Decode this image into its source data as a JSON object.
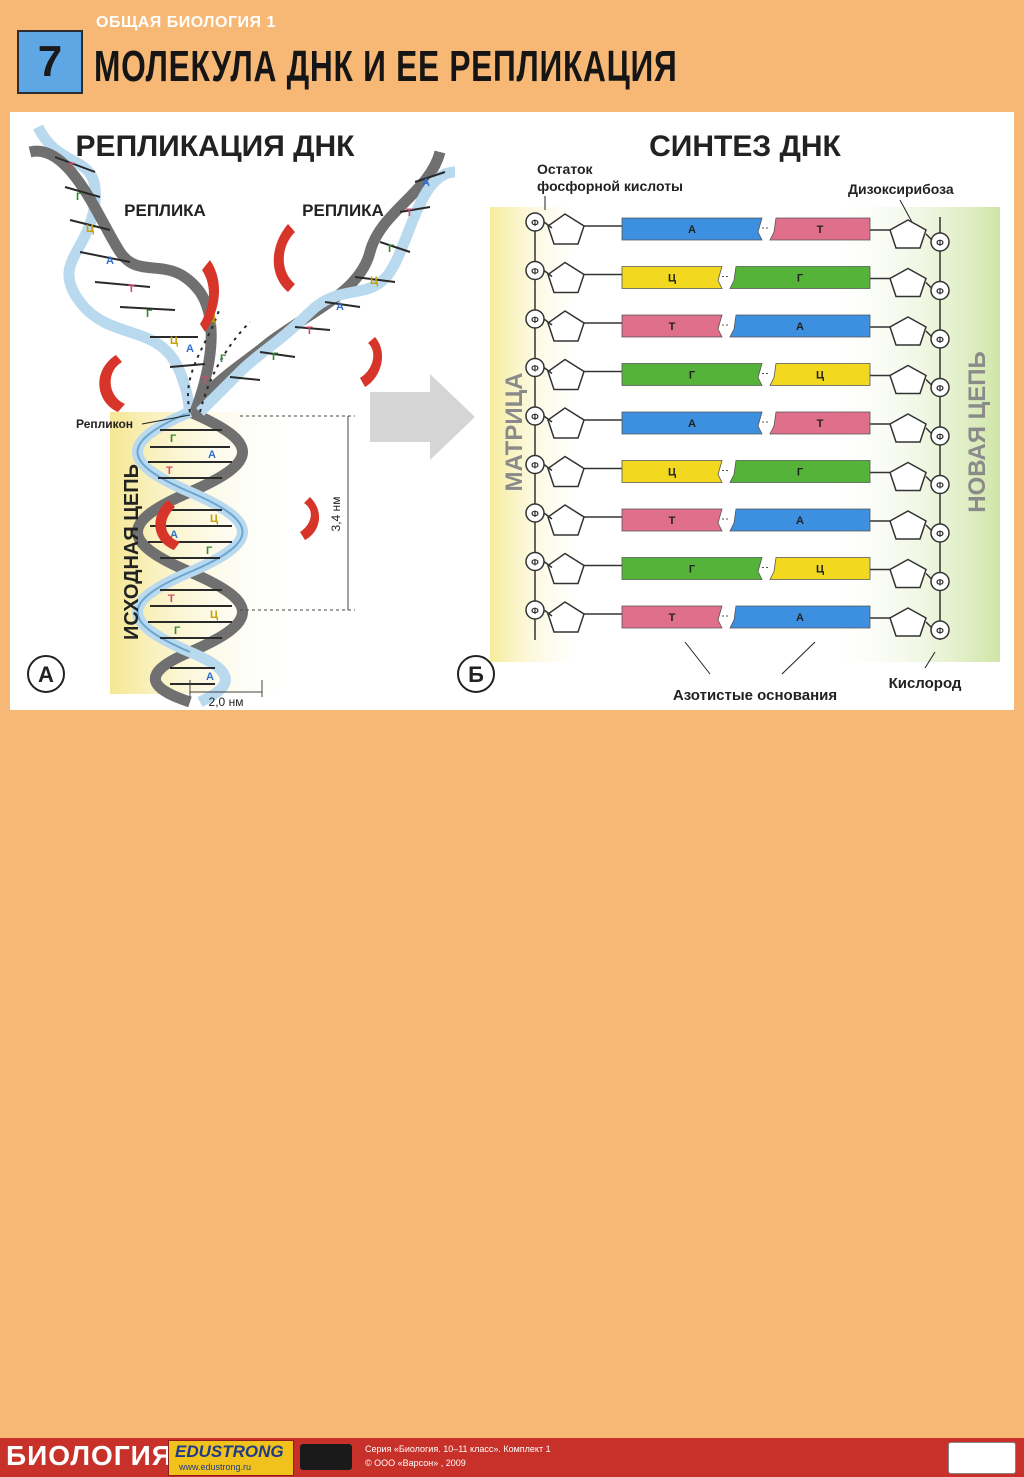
{
  "header": {
    "number": "7",
    "subject": "ОБЩАЯ БИОЛОГИЯ 1",
    "title": "МОЛЕКУЛА ДНК И ЕЕ РЕПЛИКАЦИЯ"
  },
  "panel_a": {
    "title": "РЕПЛИКАЦИЯ ДНК",
    "replica_left": "РЕПЛИКА",
    "replica_right": "РЕПЛИКА",
    "replicon": "Репликон",
    "original_chain": "ИСХОДНАЯ ЦЕПЬ",
    "pitch": "3,4 нм",
    "width": "2,0 нм",
    "letter": "А"
  },
  "panel_b": {
    "title": "СИНТЕЗ ДНК",
    "phosphate_label": "Остаток фосфорной кислоты",
    "phosphate_line1": "Остаток",
    "phosphate_line2": "фосфорной кислоты",
    "deoxyribose": "Дизоксирибоза",
    "matrix": "МАТРИЦА",
    "new_chain": "НОВАЯ ЦЕПЬ",
    "nitrogen_bases": "Азотистые основания",
    "oxygen": "Кислород",
    "letter": "Б",
    "phosphate_symbol": "Ф",
    "pairs": [
      {
        "left": "А",
        "right": "Т",
        "left_color": "blue",
        "right_color": "pink"
      },
      {
        "left": "Ц",
        "right": "Г",
        "left_color": "yellow",
        "right_color": "green"
      },
      {
        "left": "Т",
        "right": "А",
        "left_color": "pink",
        "right_color": "blue"
      },
      {
        "left": "Г",
        "right": "Ц",
        "left_color": "green",
        "right_color": "yellow"
      },
      {
        "left": "А",
        "right": "Т",
        "left_color": "blue",
        "right_color": "pink"
      },
      {
        "left": "Ц",
        "right": "Г",
        "left_color": "yellow",
        "right_color": "green"
      },
      {
        "left": "Т",
        "right": "А",
        "left_color": "pink",
        "right_color": "blue"
      },
      {
        "left": "Г",
        "right": "Ц",
        "left_color": "green",
        "right_color": "yellow"
      },
      {
        "left": "Т",
        "right": "А",
        "left_color": "pink",
        "right_color": "blue"
      }
    ]
  },
  "footer": {
    "brand": "БИОЛОГИЯ",
    "publisher": "EDUSTRONG",
    "publisher_url": "www.edustrong.ru",
    "text1": "Серия «Биология. 10–11 класс». Комплект 1",
    "text2": "© ООО «Варсон» , 2009"
  },
  "colors": {
    "blue": "#3d8fdf",
    "pink": "#df6f8a",
    "yellow": "#f2d81f",
    "green": "#55b33a",
    "accent": "#f6b874",
    "arrow": "#d8352a"
  }
}
